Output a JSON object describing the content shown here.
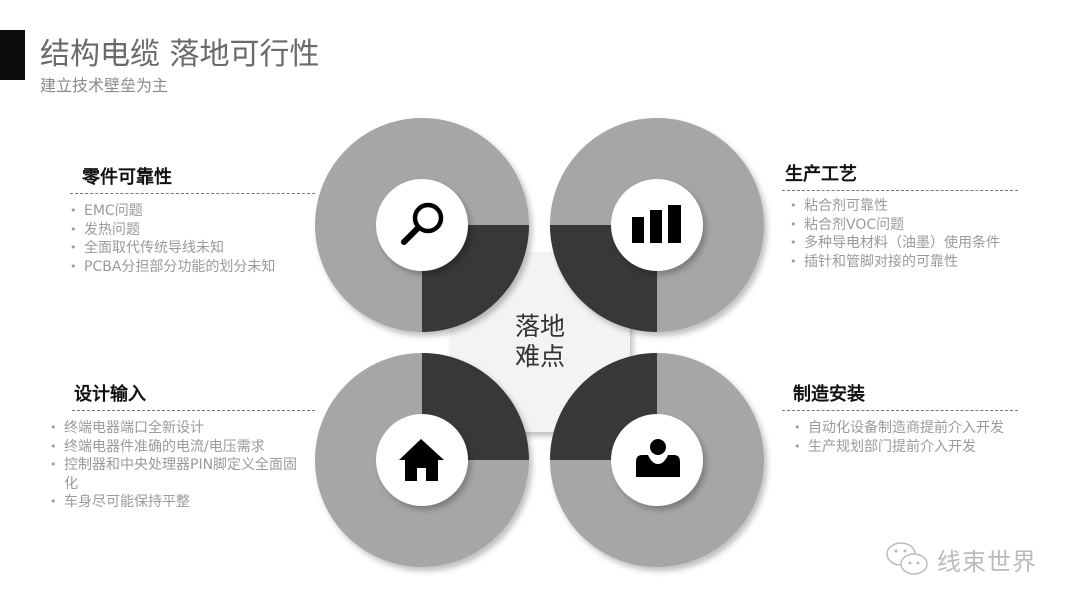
{
  "header": {
    "title": "结构电缆 落地可行性",
    "subtitle": "建立技术壁垒为主"
  },
  "center": {
    "line1": "落地",
    "line2": "难点"
  },
  "colors": {
    "ring": "#a6a6a6",
    "quadrant": "#383838",
    "center_box": "#f4f2f4"
  },
  "sections": [
    {
      "title": "零件可靠性",
      "icon": "search-icon",
      "items": [
        "EMC问题",
        "发热问题",
        "全面取代传统导线未知",
        "PCBA分担部分功能的划分未知"
      ]
    },
    {
      "title": "生产工艺",
      "icon": "bar-chart-icon",
      "items": [
        "粘合剂可靠性",
        "粘合剂VOC问题",
        "多种导电材料（油墨）使用条件",
        "插针和管脚对接的可靠性"
      ]
    },
    {
      "title": "设计输入",
      "icon": "home-icon",
      "items": [
        "终端电器端口全新设计",
        "终端电器件准确的电流/电压需求",
        "控制器和中央处理器PIN脚定义全面固化",
        "车身尽可能保持平整"
      ]
    },
    {
      "title": "制造安装",
      "icon": "user-icon",
      "items": [
        "自动化设备制造商提前介入开发",
        "生产规划部门提前介入开发"
      ]
    }
  ],
  "watermark": {
    "text": "线束世界",
    "icon": "wechat-icon"
  }
}
